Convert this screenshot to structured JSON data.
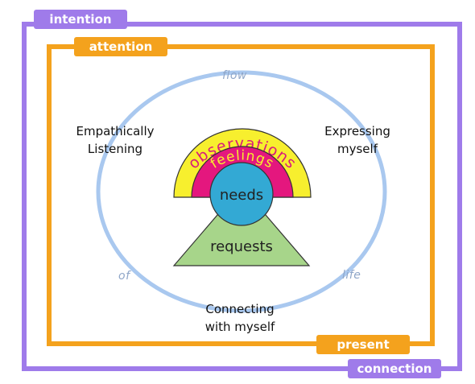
{
  "tags": {
    "intention": "intention",
    "attention": "attention",
    "present": "present",
    "connection": "connection"
  },
  "circle_words": {
    "flow": "flow",
    "of": "of",
    "life": "life"
  },
  "labels": {
    "left_line1": "Empathically",
    "left_line2": "Listening",
    "right_line1": "Expressing",
    "right_line2": "myself",
    "bottom_line1": "Connecting",
    "bottom_line2": "with myself"
  },
  "model": {
    "observations": "observations",
    "feelings": "feelings",
    "needs": "needs",
    "requests": "requests"
  },
  "colors": {
    "purple": "#9f7bea",
    "orange": "#f4a21d",
    "circle": "#a9c8ef",
    "yellow": "#f7ef2e",
    "magenta": "#e4177e",
    "teal": "#33a9d4",
    "green": "#a7d58a"
  }
}
